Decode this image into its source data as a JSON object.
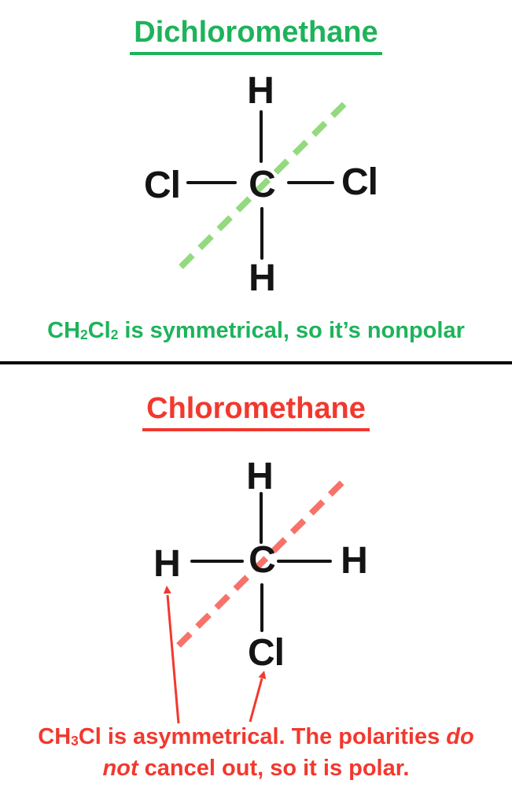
{
  "colors": {
    "green": "#1eb35b",
    "green_dash": "#93da7f",
    "red": "#f2382e",
    "red_dash": "#f8716a",
    "black": "#141414",
    "background": "#ffffff"
  },
  "top_section": {
    "title": "Dichloromethane",
    "molecule": {
      "center_atom": "C",
      "top_atom": "H",
      "bottom_atom": "H",
      "left_atom": "Cl",
      "right_atom": "Cl"
    },
    "caption": {
      "formula_base1": "CH",
      "formula_sub1": "2",
      "formula_base2": "Cl",
      "formula_sub2": "2",
      "text": " is symmetrical, so it’s nonpolar"
    }
  },
  "bottom_section": {
    "title": "Chloromethane",
    "molecule": {
      "center_atom": "C",
      "top_atom": "H",
      "bottom_atom": "Cl",
      "left_atom": "H",
      "right_atom": "H"
    },
    "caption": {
      "line1_base1": "CH",
      "line1_sub1": "3",
      "line1_base2": "Cl",
      "line1_text": " is asymmetrical. The polarities ",
      "line1_italic": "do",
      "line2_italic": "not",
      "line2_text": " cancel out, so it is polar."
    }
  }
}
